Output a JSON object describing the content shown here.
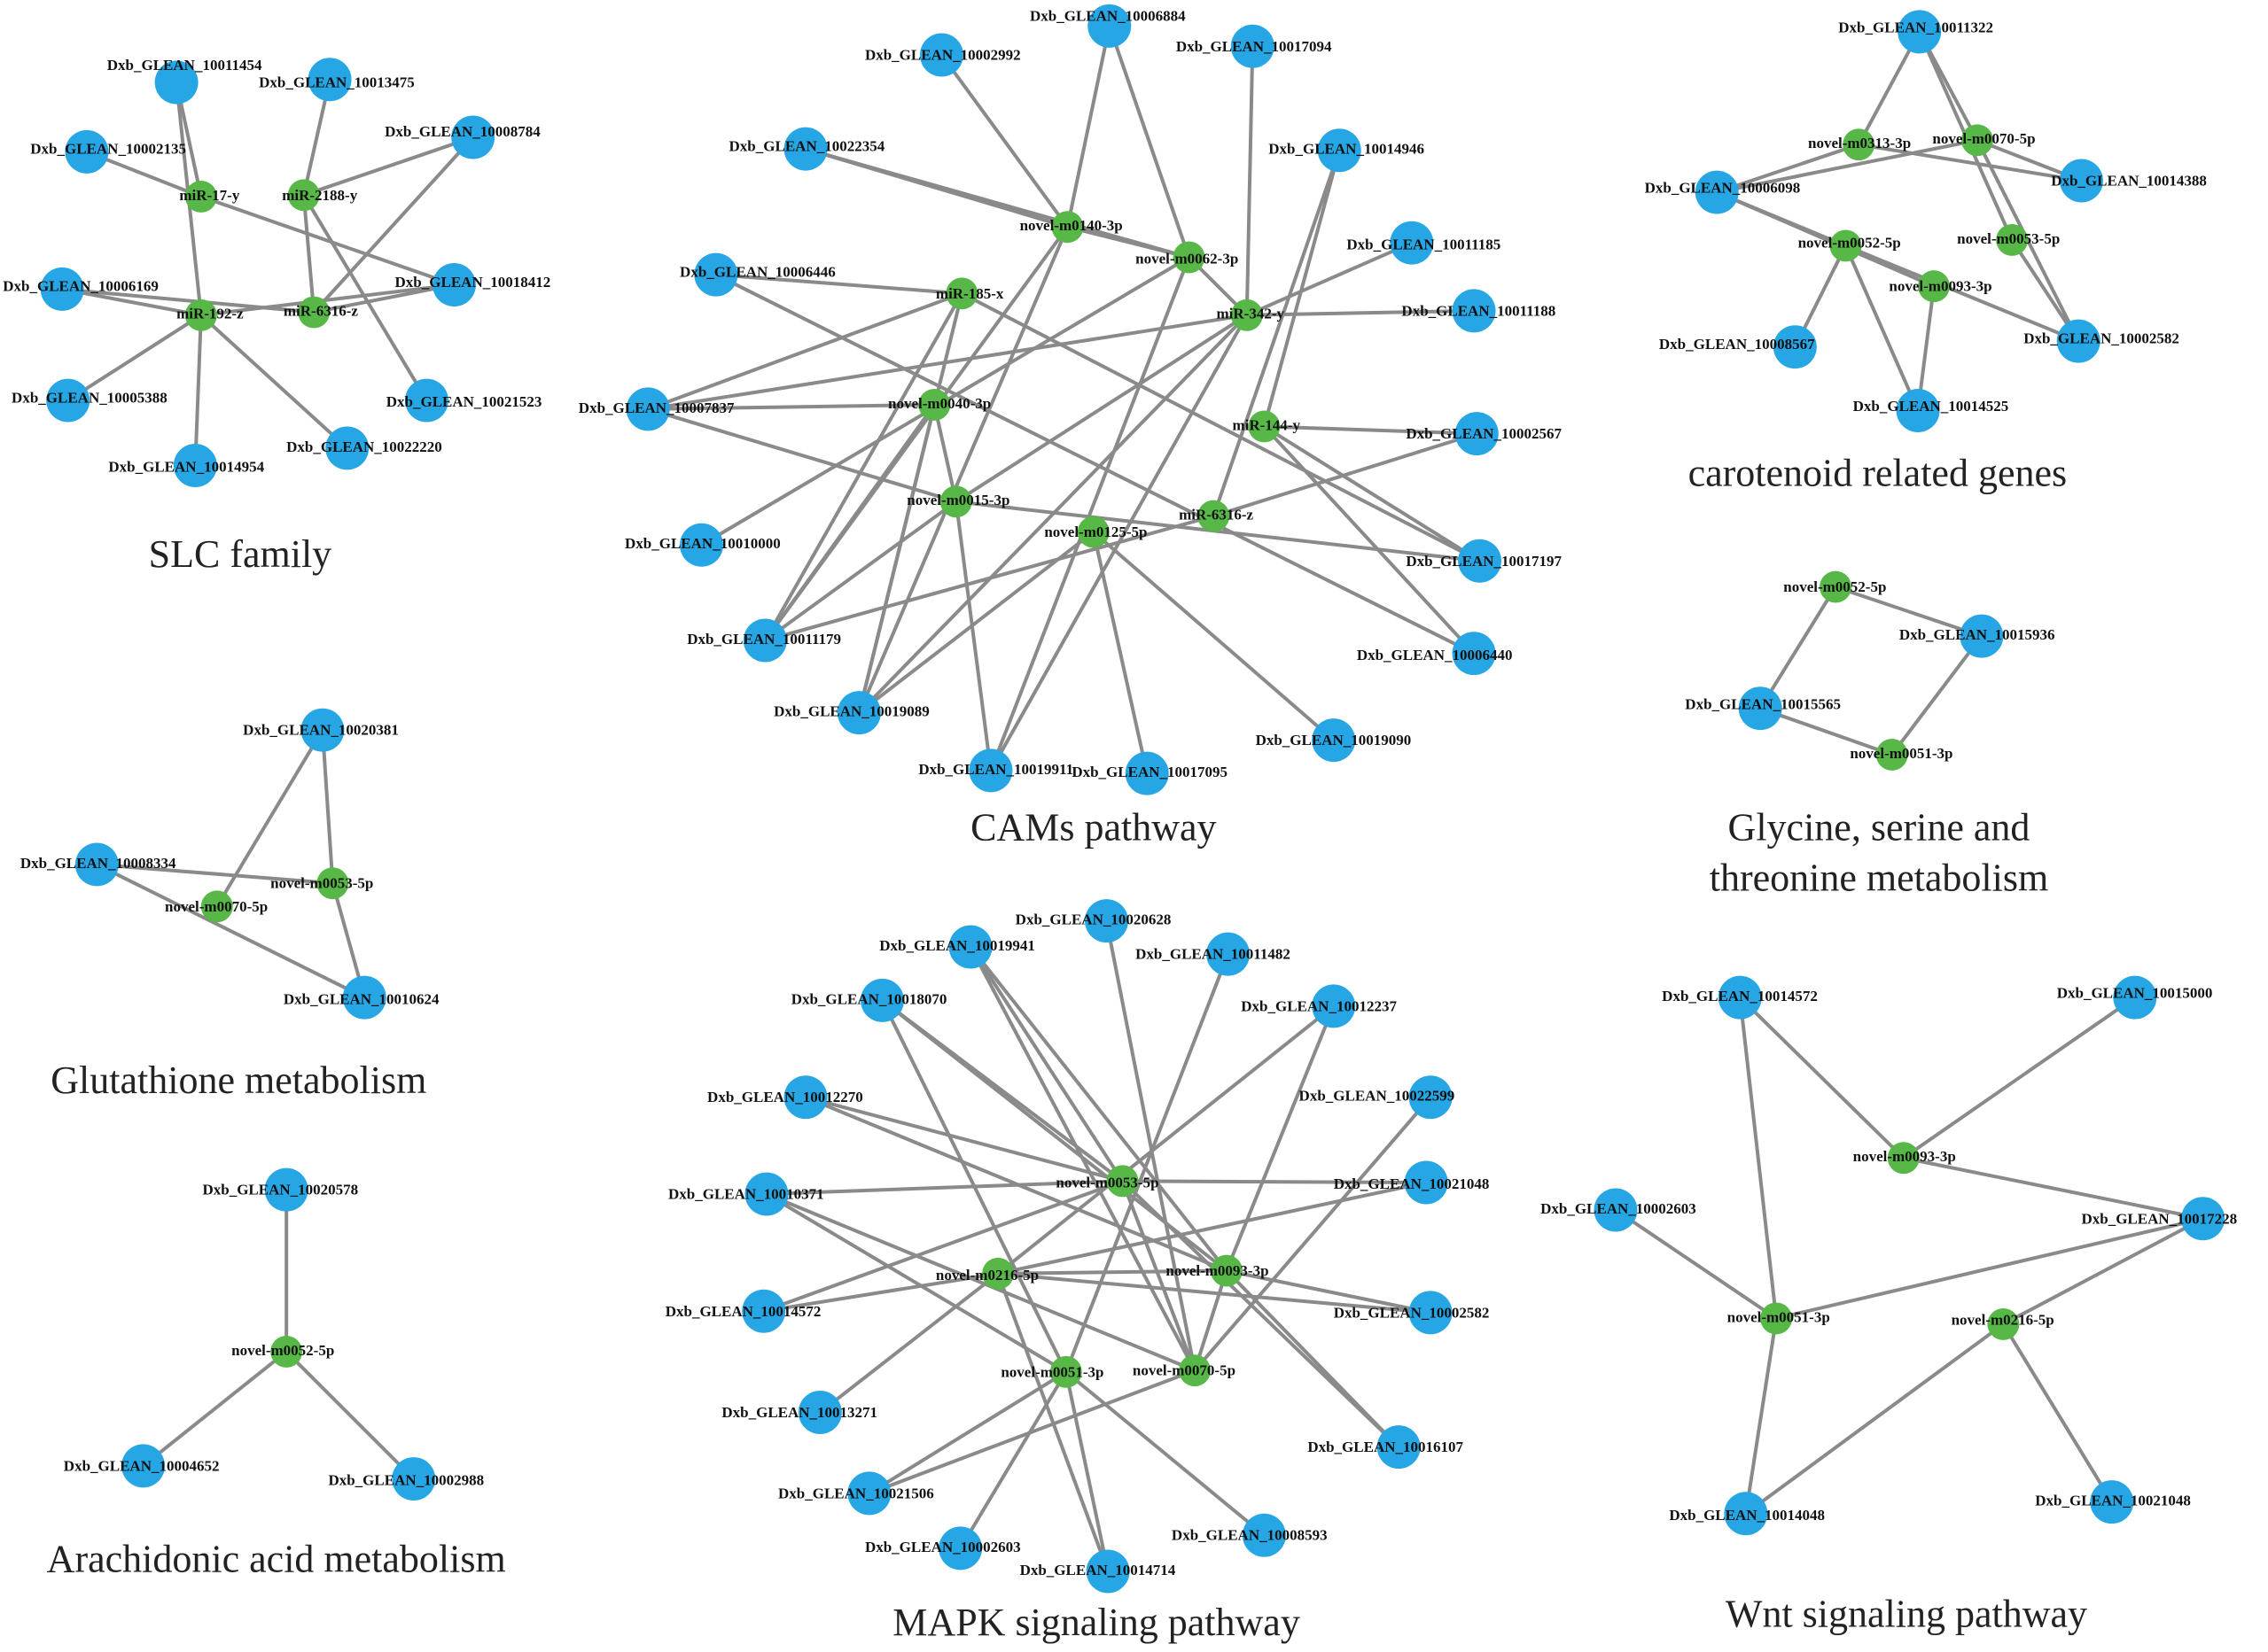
{
  "colors": {
    "gene_node": "#27a6e5",
    "mirna_node": "#57b847",
    "edge": "#8a8a8a"
  },
  "networks": [
    {
      "id": "slc",
      "title_lines": [
        "SLC family"
      ],
      "nodes": [
        {
          "id": "g1",
          "label": "Dxb_GLEAN_10011454",
          "kind": "gene"
        },
        {
          "id": "g2",
          "label": "Dxb_GLEAN_10013475",
          "kind": "gene"
        },
        {
          "id": "g3",
          "label": "Dxb_GLEAN_10002135",
          "kind": "gene"
        },
        {
          "id": "g4",
          "label": "Dxb_GLEAN_10008784",
          "kind": "gene"
        },
        {
          "id": "g5",
          "label": "Dxb_GLEAN_10006169",
          "kind": "gene"
        },
        {
          "id": "g6",
          "label": "Dxb_GLEAN_10018412",
          "kind": "gene"
        },
        {
          "id": "g7",
          "label": "Dxb_GLEAN_10005388",
          "kind": "gene"
        },
        {
          "id": "g8",
          "label": "Dxb_GLEAN_10021523",
          "kind": "gene"
        },
        {
          "id": "g9",
          "label": "Dxb_GLEAN_10022220",
          "kind": "gene"
        },
        {
          "id": "g10",
          "label": "Dxb_GLEAN_10014954",
          "kind": "gene"
        },
        {
          "id": "m1",
          "label": "miR-17-y",
          "kind": "mirna"
        },
        {
          "id": "m2",
          "label": "miR-2188-y",
          "kind": "mirna"
        },
        {
          "id": "m3",
          "label": "miR-192-z",
          "kind": "mirna"
        },
        {
          "id": "m4",
          "label": "miR-6316-z",
          "kind": "mirna"
        }
      ],
      "edges": [
        [
          "g1",
          "m1"
        ],
        [
          "g1",
          "m3"
        ],
        [
          "g3",
          "m1"
        ],
        [
          "m1",
          "g6"
        ],
        [
          "g2",
          "m2"
        ],
        [
          "m2",
          "g4"
        ],
        [
          "m2",
          "m4"
        ],
        [
          "m2",
          "g8"
        ],
        [
          "g5",
          "m3"
        ],
        [
          "g5",
          "m4"
        ],
        [
          "m3",
          "g6"
        ],
        [
          "m3",
          "g7"
        ],
        [
          "m3",
          "g9"
        ],
        [
          "m3",
          "g10"
        ],
        [
          "m4",
          "g6"
        ],
        [
          "m4",
          "g4"
        ]
      ]
    },
    {
      "id": "cams",
      "title_lines": [
        "CAMs pathway"
      ],
      "nodes": [
        {
          "id": "g1",
          "label": "Dxb_GLEAN_10006884",
          "kind": "gene"
        },
        {
          "id": "g2",
          "label": "Dxb_GLEAN_10002992",
          "kind": "gene"
        },
        {
          "id": "g3",
          "label": "Dxb_GLEAN_10017094",
          "kind": "gene"
        },
        {
          "id": "g4",
          "label": "Dxb_GLEAN_10022354",
          "kind": "gene"
        },
        {
          "id": "g5",
          "label": "Dxb_GLEAN_10014946",
          "kind": "gene"
        },
        {
          "id": "g6",
          "label": "Dxb_GLEAN_10011185",
          "kind": "gene"
        },
        {
          "id": "g7",
          "label": "Dxb_GLEAN_10006446",
          "kind": "gene"
        },
        {
          "id": "g8",
          "label": "Dxb_GLEAN_10011188",
          "kind": "gene"
        },
        {
          "id": "g9",
          "label": "Dxb_GLEAN_10007837",
          "kind": "gene"
        },
        {
          "id": "g10",
          "label": "Dxb_GLEAN_10002567",
          "kind": "gene"
        },
        {
          "id": "g11",
          "label": "Dxb_GLEAN_10010000",
          "kind": "gene"
        },
        {
          "id": "g12",
          "label": "Dxb_GLEAN_10017197",
          "kind": "gene"
        },
        {
          "id": "g13",
          "label": "Dxb_GLEAN_10011179",
          "kind": "gene"
        },
        {
          "id": "g14",
          "label": "Dxb_GLEAN_10006440",
          "kind": "gene"
        },
        {
          "id": "g15",
          "label": "Dxb_GLEAN_10019089",
          "kind": "gene"
        },
        {
          "id": "g16",
          "label": "Dxb_GLEAN_10019090",
          "kind": "gene"
        },
        {
          "id": "g17",
          "label": "Dxb_GLEAN_10019911",
          "kind": "gene"
        },
        {
          "id": "g18",
          "label": "Dxb_GLEAN_10017095",
          "kind": "gene"
        },
        {
          "id": "m1",
          "label": "novel-m0140-3p",
          "kind": "mirna"
        },
        {
          "id": "m2",
          "label": "novel-m0062-3p",
          "kind": "mirna"
        },
        {
          "id": "m3",
          "label": "miR-185-x",
          "kind": "mirna"
        },
        {
          "id": "m4",
          "label": "miR-342-y",
          "kind": "mirna"
        },
        {
          "id": "m5",
          "label": "novel-m0040-3p",
          "kind": "mirna"
        },
        {
          "id": "m6",
          "label": "miR-144-y",
          "kind": "mirna"
        },
        {
          "id": "m7",
          "label": "novel-m0015-3p",
          "kind": "mirna"
        },
        {
          "id": "m8",
          "label": "miR-6316-z",
          "kind": "mirna"
        },
        {
          "id": "m9",
          "label": "novel-m0125-5p",
          "kind": "mirna"
        }
      ],
      "edges": [
        [
          "g1",
          "m1"
        ],
        [
          "g1",
          "m2"
        ],
        [
          "g2",
          "m1"
        ],
        [
          "g4",
          "m1"
        ],
        [
          "g4",
          "m2"
        ],
        [
          "g3",
          "m4"
        ],
        [
          "g5",
          "m6"
        ],
        [
          "g5",
          "m8"
        ],
        [
          "m1",
          "m2"
        ],
        [
          "m1",
          "g13"
        ],
        [
          "m1",
          "g15"
        ],
        [
          "m2",
          "m4"
        ],
        [
          "m2",
          "g11"
        ],
        [
          "m2",
          "g17"
        ],
        [
          "g7",
          "m3"
        ],
        [
          "g7",
          "g14"
        ],
        [
          "m3",
          "g9"
        ],
        [
          "m3",
          "g13"
        ],
        [
          "m3",
          "g15"
        ],
        [
          "m3",
          "g12"
        ],
        [
          "m4",
          "g9"
        ],
        [
          "m4",
          "g6"
        ],
        [
          "m4",
          "g8"
        ],
        [
          "m4",
          "g15"
        ],
        [
          "m4",
          "m7"
        ],
        [
          "m4",
          "g17"
        ],
        [
          "m5",
          "g9"
        ],
        [
          "m5",
          "g13"
        ],
        [
          "m5",
          "m7"
        ],
        [
          "m5",
          "g15"
        ],
        [
          "m6",
          "g12"
        ],
        [
          "m6",
          "g14"
        ],
        [
          "m6",
          "g10"
        ],
        [
          "m7",
          "g9"
        ],
        [
          "m7",
          "g12"
        ],
        [
          "m7",
          "g17"
        ],
        [
          "m7",
          "g13"
        ],
        [
          "m8",
          "g10"
        ],
        [
          "m8",
          "g13"
        ],
        [
          "m9",
          "g18"
        ],
        [
          "m9",
          "g16"
        ],
        [
          "m9",
          "g15"
        ]
      ]
    },
    {
      "id": "carotenoid",
      "title_lines": [
        "carotenoid related genes"
      ],
      "nodes": [
        {
          "id": "g1",
          "label": "Dxb_GLEAN_10011322",
          "kind": "gene"
        },
        {
          "id": "g2",
          "label": "Dxb_GLEAN_10006098",
          "kind": "gene"
        },
        {
          "id": "g3",
          "label": "Dxb_GLEAN_10014388",
          "kind": "gene"
        },
        {
          "id": "g4",
          "label": "Dxb_GLEAN_10008567",
          "kind": "gene"
        },
        {
          "id": "g5",
          "label": "Dxb_GLEAN_10002582",
          "kind": "gene"
        },
        {
          "id": "g6",
          "label": "Dxb_GLEAN_10014525",
          "kind": "gene"
        },
        {
          "id": "m1",
          "label": "novel-m0313-3p",
          "kind": "mirna"
        },
        {
          "id": "m2",
          "label": "novel-m0070-5p",
          "kind": "mirna"
        },
        {
          "id": "m3",
          "label": "novel-m0052-5p",
          "kind": "mirna"
        },
        {
          "id": "m4",
          "label": "novel-m0053-5p",
          "kind": "mirna"
        },
        {
          "id": "m5",
          "label": "novel-m0093-3p",
          "kind": "mirna"
        }
      ],
      "edges": [
        [
          "g1",
          "m1"
        ],
        [
          "g1",
          "m2"
        ],
        [
          "g1",
          "m4"
        ],
        [
          "m1",
          "g2"
        ],
        [
          "m1",
          "g3"
        ],
        [
          "m2",
          "g2"
        ],
        [
          "m2",
          "g3"
        ],
        [
          "g2",
          "m3"
        ],
        [
          "g2",
          "m5"
        ],
        [
          "m3",
          "g4"
        ],
        [
          "m3",
          "g6"
        ],
        [
          "m3",
          "g5"
        ],
        [
          "m5",
          "g6"
        ],
        [
          "m4",
          "g5"
        ],
        [
          "m2",
          "g5"
        ]
      ]
    },
    {
      "id": "glycine",
      "title_lines": [
        "Glycine, serine and",
        "threonine metabolism"
      ],
      "nodes": [
        {
          "id": "g1",
          "label": "Dxb_GLEAN_10015936",
          "kind": "gene"
        },
        {
          "id": "g2",
          "label": "Dxb_GLEAN_10015565",
          "kind": "gene"
        },
        {
          "id": "m1",
          "label": "novel-m0052-5p",
          "kind": "mirna"
        },
        {
          "id": "m2",
          "label": "novel-m0051-3p",
          "kind": "mirna"
        }
      ],
      "edges": [
        [
          "m1",
          "g1"
        ],
        [
          "m1",
          "g2"
        ],
        [
          "g1",
          "m2"
        ],
        [
          "g2",
          "m2"
        ]
      ]
    },
    {
      "id": "glutathione",
      "title_lines": [
        "Glutathione metabolism"
      ],
      "nodes": [
        {
          "id": "g1",
          "label": "Dxb_GLEAN_10020381",
          "kind": "gene"
        },
        {
          "id": "g2",
          "label": "Dxb_GLEAN_10008334",
          "kind": "gene"
        },
        {
          "id": "g3",
          "label": "Dxb_GLEAN_10010624",
          "kind": "gene"
        },
        {
          "id": "m1",
          "label": "novel-m0053-5p",
          "kind": "mirna"
        },
        {
          "id": "m2",
          "label": "novel-m0070-5p",
          "kind": "mirna"
        }
      ],
      "edges": [
        [
          "g1",
          "m1"
        ],
        [
          "g1",
          "m2"
        ],
        [
          "g2",
          "m1"
        ],
        [
          "g2",
          "g3"
        ],
        [
          "m1",
          "g3"
        ]
      ]
    },
    {
      "id": "arachidonic",
      "title_lines": [
        "Arachidonic acid metabolism"
      ],
      "nodes": [
        {
          "id": "g1",
          "label": "Dxb_GLEAN_10020578",
          "kind": "gene"
        },
        {
          "id": "g2",
          "label": "Dxb_GLEAN_10004652",
          "kind": "gene"
        },
        {
          "id": "g3",
          "label": "Dxb_GLEAN_10002988",
          "kind": "gene"
        },
        {
          "id": "m1",
          "label": "novel-m0052-5p",
          "kind": "mirna"
        }
      ],
      "edges": [
        [
          "g1",
          "m1"
        ],
        [
          "m1",
          "g2"
        ],
        [
          "m1",
          "g3"
        ]
      ]
    },
    {
      "id": "mapk",
      "title_lines": [
        "MAPK signaling pathway"
      ],
      "nodes": [
        {
          "id": "g1",
          "label": "Dxb_GLEAN_10020628",
          "kind": "gene"
        },
        {
          "id": "g2",
          "label": "Dxb_GLEAN_10019941",
          "kind": "gene"
        },
        {
          "id": "g3",
          "label": "Dxb_GLEAN_10011482",
          "kind": "gene"
        },
        {
          "id": "g4",
          "label": "Dxb_GLEAN_10018070",
          "kind": "gene"
        },
        {
          "id": "g5",
          "label": "Dxb_GLEAN_10012237",
          "kind": "gene"
        },
        {
          "id": "g6",
          "label": "Dxb_GLEAN_10012270",
          "kind": "gene"
        },
        {
          "id": "g7",
          "label": "Dxb_GLEAN_10022599",
          "kind": "gene"
        },
        {
          "id": "g8",
          "label": "Dxb_GLEAN_10010371",
          "kind": "gene"
        },
        {
          "id": "g9",
          "label": "Dxb_GLEAN_10021048",
          "kind": "gene"
        },
        {
          "id": "g10",
          "label": "Dxb_GLEAN_10014572",
          "kind": "gene"
        },
        {
          "id": "g11",
          "label": "Dxb_GLEAN_10002582",
          "kind": "gene"
        },
        {
          "id": "g12",
          "label": "Dxb_GLEAN_10013271",
          "kind": "gene"
        },
        {
          "id": "g13",
          "label": "Dxb_GLEAN_10016107",
          "kind": "gene"
        },
        {
          "id": "g14",
          "label": "Dxb_GLEAN_10021506",
          "kind": "gene"
        },
        {
          "id": "g15",
          "label": "Dxb_GLEAN_10008593",
          "kind": "gene"
        },
        {
          "id": "g16",
          "label": "Dxb_GLEAN_10002603",
          "kind": "gene"
        },
        {
          "id": "g17",
          "label": "Dxb_GLEAN_10014714",
          "kind": "gene"
        },
        {
          "id": "m1",
          "label": "novel-m0053-5p",
          "kind": "mirna"
        },
        {
          "id": "m2",
          "label": "novel-m0216-5p",
          "kind": "mirna"
        },
        {
          "id": "m3",
          "label": "novel-m0093-3p",
          "kind": "mirna"
        },
        {
          "id": "m4",
          "label": "novel-m0051-3p",
          "kind": "mirna"
        },
        {
          "id": "m5",
          "label": "novel-m0070-5p",
          "kind": "mirna"
        }
      ],
      "edges": [
        [
          "g2",
          "m1"
        ],
        [
          "g2",
          "m3"
        ],
        [
          "g2",
          "m5"
        ],
        [
          "g4",
          "m1"
        ],
        [
          "g4",
          "m3"
        ],
        [
          "g4",
          "m4"
        ],
        [
          "g1",
          "m5"
        ],
        [
          "g3",
          "m4"
        ],
        [
          "g5",
          "m3"
        ],
        [
          "g5",
          "m2"
        ],
        [
          "g6",
          "m1"
        ],
        [
          "g6",
          "m3"
        ],
        [
          "g7",
          "m5"
        ],
        [
          "g8",
          "m1"
        ],
        [
          "g8",
          "m4"
        ],
        [
          "g8",
          "m5"
        ],
        [
          "g9",
          "m2"
        ],
        [
          "g9",
          "m1"
        ],
        [
          "g10",
          "m2"
        ],
        [
          "g10",
          "m1"
        ],
        [
          "g11",
          "m3"
        ],
        [
          "g11",
          "m2"
        ],
        [
          "g12",
          "m2"
        ],
        [
          "g13",
          "m3"
        ],
        [
          "g13",
          "m1"
        ],
        [
          "g14",
          "m4"
        ],
        [
          "g14",
          "m5"
        ],
        [
          "g15",
          "m4"
        ],
        [
          "g16",
          "m4"
        ],
        [
          "g17",
          "m4"
        ],
        [
          "g17",
          "m2"
        ],
        [
          "m2",
          "m3"
        ],
        [
          "m1",
          "m5"
        ],
        [
          "m3",
          "m5"
        ]
      ]
    },
    {
      "id": "wnt",
      "title_lines": [
        "Wnt signaling pathway"
      ],
      "nodes": [
        {
          "id": "g1",
          "label": "Dxb_GLEAN_10014572",
          "kind": "gene"
        },
        {
          "id": "g2",
          "label": "Dxb_GLEAN_10015000",
          "kind": "gene"
        },
        {
          "id": "g3",
          "label": "Dxb_GLEAN_10002603",
          "kind": "gene"
        },
        {
          "id": "g4",
          "label": "Dxb_GLEAN_10017228",
          "kind": "gene"
        },
        {
          "id": "g5",
          "label": "Dxb_GLEAN_10014048",
          "kind": "gene"
        },
        {
          "id": "g6",
          "label": "Dxb_GLEAN_10021048",
          "kind": "gene"
        },
        {
          "id": "m1",
          "label": "novel-m0093-3p",
          "kind": "mirna"
        },
        {
          "id": "m2",
          "label": "novel-m0051-3p",
          "kind": "mirna"
        },
        {
          "id": "m3",
          "label": "novel-m0216-5p",
          "kind": "mirna"
        }
      ],
      "edges": [
        [
          "g1",
          "m1"
        ],
        [
          "g1",
          "m2"
        ],
        [
          "g2",
          "m1"
        ],
        [
          "m1",
          "g4"
        ],
        [
          "g3",
          "m2"
        ],
        [
          "m2",
          "g4"
        ],
        [
          "m2",
          "g5"
        ],
        [
          "g5",
          "m3"
        ],
        [
          "m3",
          "g4"
        ],
        [
          "m3",
          "g6"
        ]
      ]
    }
  ]
}
